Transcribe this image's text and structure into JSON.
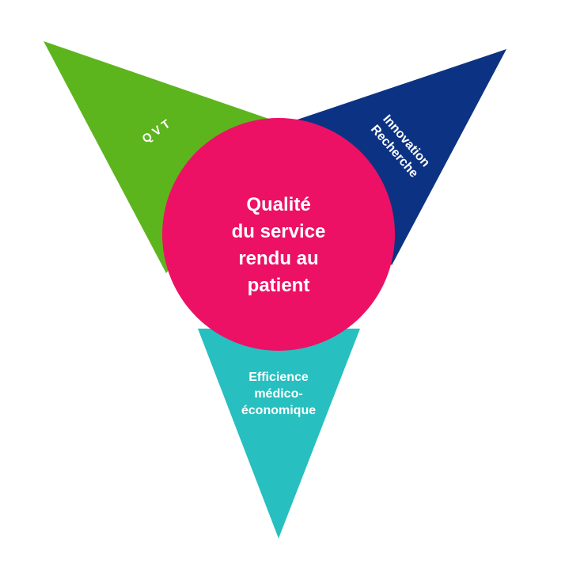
{
  "center": {
    "lines": [
      "Qualité",
      "du service",
      "rendu au",
      "patient"
    ],
    "color": "#ec1165"
  },
  "arms": {
    "qvt": {
      "label": "Q V T",
      "color": "#5db51d"
    },
    "innovation": {
      "lines": [
        "Innovation",
        "Recherche"
      ],
      "color": "#0c3383"
    },
    "efficience": {
      "lines": [
        "Efficience",
        "médico-",
        "économique"
      ],
      "color": "#27bfc0"
    }
  }
}
